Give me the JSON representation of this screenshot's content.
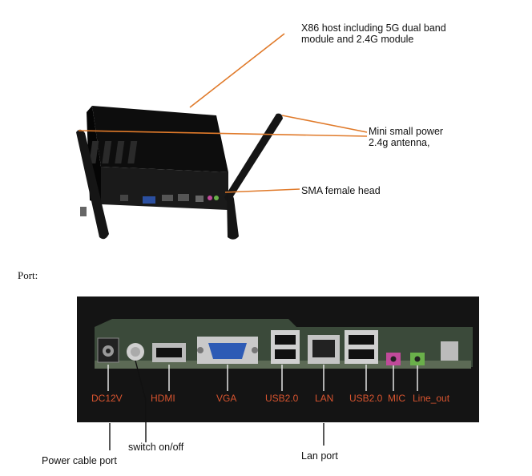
{
  "top_callouts": {
    "host": "X86 host including 5G dual band\nmodule and 2.4G module",
    "antenna_line1": "Mini small power",
    "antenna_line2": "2.4g antenna,",
    "sma": "SMA female head"
  },
  "port_heading": "Port:",
  "panel_labels": {
    "dc": "DC12V",
    "hdmi": "HDMI",
    "vga": "VGA",
    "usb_left": "USB2.0",
    "lan": "LAN",
    "usb_right": "USB2.0",
    "mic": "MIC",
    "line_out": "Line_out"
  },
  "bottom_callouts": {
    "switch": "switch on/off",
    "power_cable": "Power cable port",
    "lan_port": "Lan port"
  },
  "colors": {
    "leader": "#e07a2a",
    "panel_bg": "#141414",
    "panel_label": "#d8542f",
    "case": "#0b0b0b",
    "mic_jack": "#c04a9a",
    "line_out_jack": "#6ab04a"
  }
}
